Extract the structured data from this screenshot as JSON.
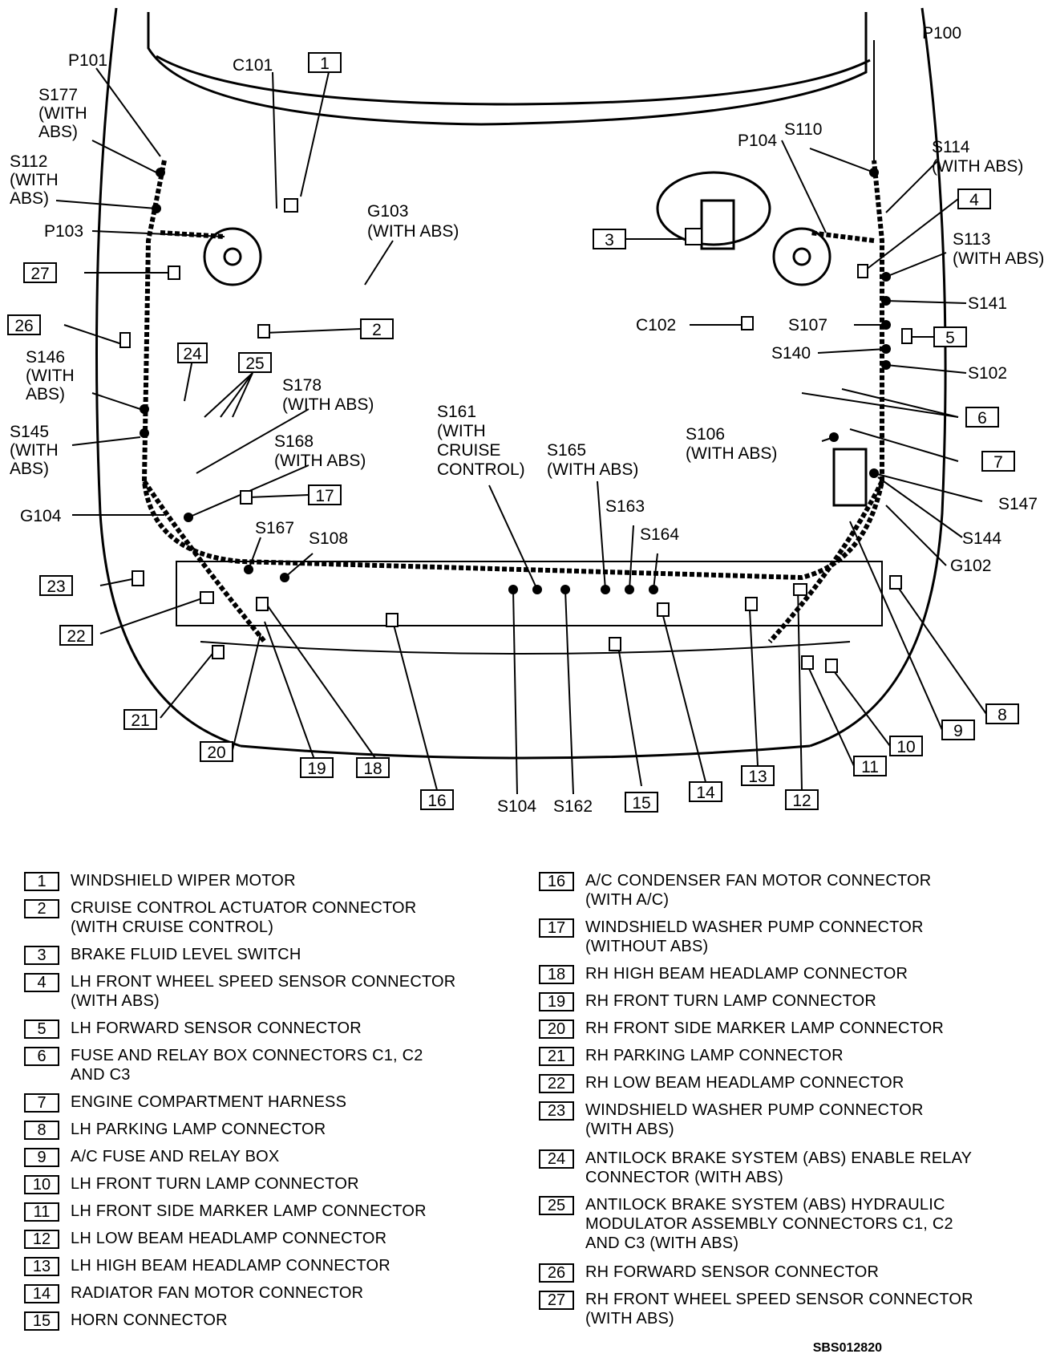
{
  "callouts": [
    {
      "num": "1",
      "label": "WINDSHIELD WIPER MOTOR"
    },
    {
      "num": "2",
      "label": "CRUISE CONTROL ACTUATOR CONNECTOR\n(WITH CRUISE CONTROL)"
    },
    {
      "num": "3",
      "label": "BRAKE FLUID LEVEL SWITCH"
    },
    {
      "num": "4",
      "label": "LH FRONT WHEEL SPEED SENSOR CONNECTOR\n(WITH ABS)"
    },
    {
      "num": "5",
      "label": "LH FORWARD SENSOR CONNECTOR"
    },
    {
      "num": "6",
      "label": "FUSE AND RELAY BOX CONNECTORS C1, C2\nAND C3"
    },
    {
      "num": "7",
      "label": "ENGINE COMPARTMENT HARNESS"
    },
    {
      "num": "8",
      "label": "LH PARKING LAMP CONNECTOR"
    },
    {
      "num": "9",
      "label": "A/C FUSE AND RELAY BOX"
    },
    {
      "num": "10",
      "label": "LH FRONT TURN LAMP CONNECTOR"
    },
    {
      "num": "11",
      "label": "LH FRONT SIDE MARKER LAMP CONNECTOR"
    },
    {
      "num": "12",
      "label": "LH LOW BEAM HEADLAMP CONNECTOR"
    },
    {
      "num": "13",
      "label": "LH HIGH BEAM HEADLAMP CONNECTOR"
    },
    {
      "num": "14",
      "label": "RADIATOR FAN MOTOR CONNECTOR"
    },
    {
      "num": "15",
      "label": "HORN CONNECTOR"
    },
    {
      "num": "16",
      "label": "A/C CONDENSER FAN MOTOR CONNECTOR\n(WITH A/C)"
    },
    {
      "num": "17",
      "label": "WINDSHIELD WASHER PUMP CONNECTOR\n(WITHOUT ABS)"
    },
    {
      "num": "18",
      "label": "RH HIGH BEAM HEADLAMP CONNECTOR"
    },
    {
      "num": "19",
      "label": "RH FRONT TURN LAMP CONNECTOR"
    },
    {
      "num": "20",
      "label": "RH FRONT SIDE MARKER LAMP CONNECTOR"
    },
    {
      "num": "21",
      "label": "RH PARKING LAMP CONNECTOR"
    },
    {
      "num": "22",
      "label": "RH LOW BEAM HEADLAMP CONNECTOR"
    },
    {
      "num": "23",
      "label": "WINDSHIELD WASHER PUMP CONNECTOR\n(WITH ABS)"
    },
    {
      "num": "24",
      "label": "ANTILOCK BRAKE SYSTEM (ABS) ENABLE RELAY\nCONNECTOR (WITH ABS)"
    },
    {
      "num": "25",
      "label": "ANTILOCK BRAKE SYSTEM (ABS) HYDRAULIC\nMODULATOR ASSEMBLY CONNECTORS C1, C2\nAND C3 (WITH ABS)"
    },
    {
      "num": "26",
      "label": "RH FORWARD SENSOR CONNECTOR"
    },
    {
      "num": "27",
      "label": "RH FRONT WHEEL SPEED SENSOR CONNECTOR\n(WITH ABS)"
    }
  ],
  "diagram_labels": {
    "P101": "P101",
    "C101": "C101",
    "P100": "P100",
    "S177": "S177",
    "S177_q": "(WITH",
    "S177_r": "ABS)",
    "S112": "S112",
    "S112_q": "(WITH",
    "S112_r": "ABS)",
    "P103": "P103",
    "G103": "G103",
    "G103_q": "(WITH ABS)",
    "P104": "P104",
    "S110": "S110",
    "S114": "S114",
    "S114_q": "(WITH ABS)",
    "S113": "S113",
    "S113_q": "(WITH ABS)",
    "S141": "S141",
    "C102": "C102",
    "S107": "S107",
    "S140": "S140",
    "S102": "S102",
    "S146": "S146",
    "S146_q": "(WITH",
    "S146_r": "ABS)",
    "S178": "S178",
    "S178_q": "(WITH ABS)",
    "S161": "S161",
    "S161_q": "(WITH",
    "S161_r": "CRUISE",
    "S161_s": "CONTROL)",
    "S106": "S106",
    "S106_q": "(WITH ABS)",
    "S145": "S145",
    "S145_q": "(WITH",
    "S145_r": "ABS)",
    "S168": "S168",
    "S168_q": "(WITH ABS)",
    "S165": "S165",
    "S165_q": "(WITH ABS)",
    "S147": "S147",
    "S144": "S144",
    "G102": "G102",
    "G104": "G104",
    "S163": "S163",
    "S167": "S167",
    "S164": "S164",
    "S108": "S108",
    "S104": "S104",
    "S162": "S162"
  },
  "drawing_id": "SBS012820"
}
